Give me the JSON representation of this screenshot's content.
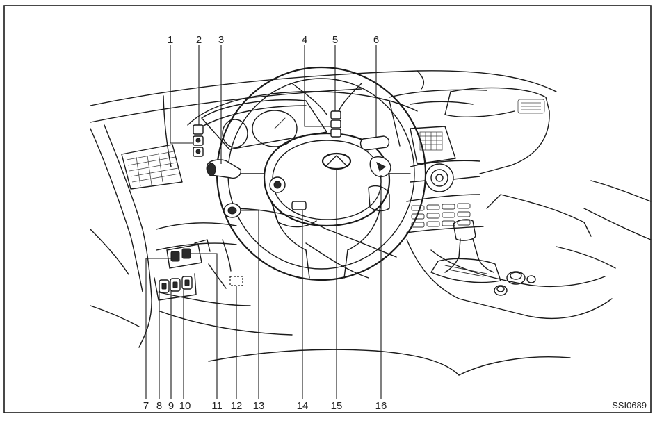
{
  "diagram": {
    "callouts": [
      {
        "id": 1,
        "label": "1"
      },
      {
        "id": 2,
        "label": "2"
      },
      {
        "id": 3,
        "label": "3"
      },
      {
        "id": 4,
        "label": "4"
      },
      {
        "id": 5,
        "label": "5"
      },
      {
        "id": 6,
        "label": "6"
      },
      {
        "id": 7,
        "label": "7"
      },
      {
        "id": 8,
        "label": "8"
      },
      {
        "id": 9,
        "label": "9"
      },
      {
        "id": 10,
        "label": "10"
      },
      {
        "id": 11,
        "label": "11"
      },
      {
        "id": 12,
        "label": "12"
      },
      {
        "id": 13,
        "label": "13"
      },
      {
        "id": 14,
        "label": "14"
      },
      {
        "id": 15,
        "label": "15"
      },
      {
        "id": 16,
        "label": "16"
      }
    ],
    "figure_code": "SSI0689"
  }
}
